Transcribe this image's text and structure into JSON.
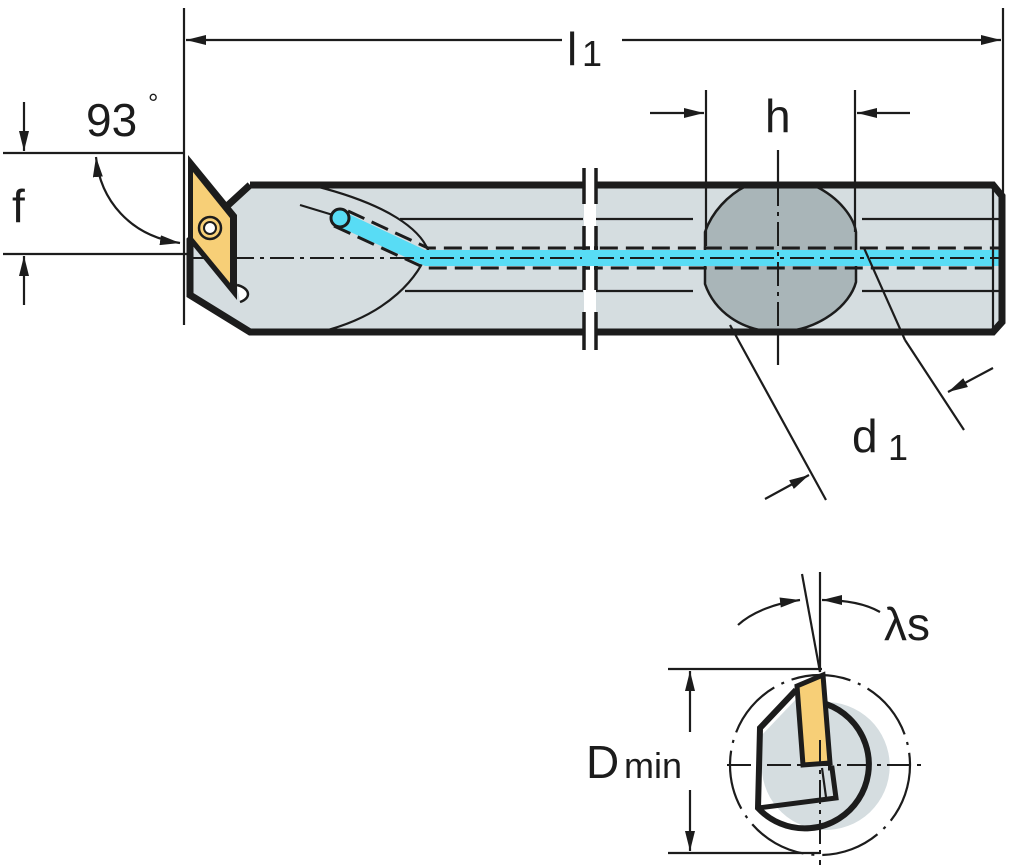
{
  "drawing": {
    "title": "Boring bar with coolant channel — dimension drawing",
    "colors": {
      "line": "#1c1c1c",
      "body_fill": "#d5dde0",
      "section_fill": "#a9b5b8",
      "insert_fill": "#f7cf77",
      "coolant_fill": "#58dcf5",
      "background": "#ffffff"
    },
    "dimensions": {
      "overall_length": {
        "symbol": "l",
        "subscript": "1"
      },
      "shank_height": {
        "symbol": "h"
      },
      "shank_diameter": {
        "symbol": "d",
        "subscript": "1"
      },
      "offset": {
        "symbol": "f"
      },
      "approach_angle": {
        "value": "93",
        "unit": "°"
      },
      "inclination_angle": {
        "symbol": "λs"
      },
      "min_bore_diameter": {
        "symbol": "D",
        "subscript": "min"
      }
    },
    "views": [
      "side-view",
      "end-view"
    ]
  }
}
